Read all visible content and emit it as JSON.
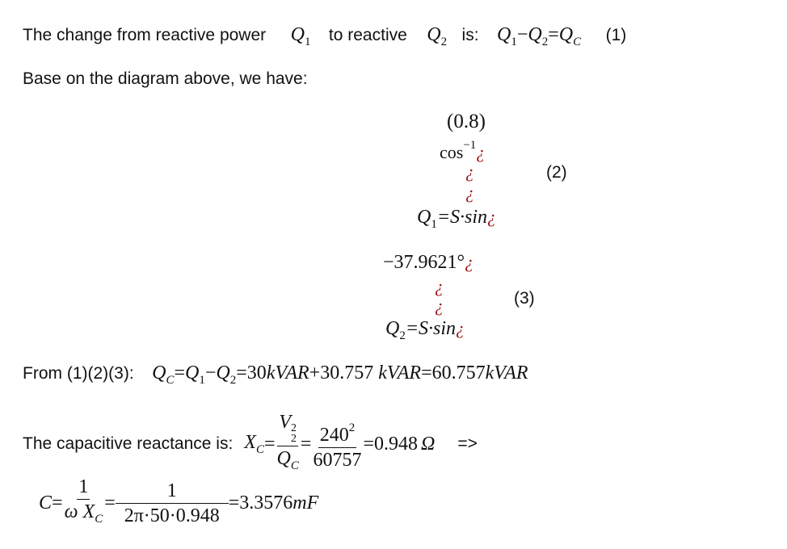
{
  "line1": {
    "text_a": "The change from reactive power",
    "q1": "Q",
    "q1_sub": "1",
    "text_b": "to reactive",
    "q2": "Q",
    "q2_sub": "2",
    "text_c": "is:",
    "eq_q1": "Q",
    "eq_q1_sub": "1",
    "eq_minus": "−",
    "eq_q2": "Q",
    "eq_q2_sub": "2",
    "eq_equals": "=",
    "eq_qc": "Q",
    "eq_qc_sub": "C",
    "ref": "(1)"
  },
  "line2": {
    "text": "Base on the diagram above, we have:"
  },
  "eq2": {
    "paren_value": "(0.8)",
    "cos": "cos",
    "cos_sup": "−1",
    "garbled": "¿",
    "lhs": "Q",
    "lhs_sub": "1",
    "rhs": "=S·sin",
    "ref": "(2)"
  },
  "eq3": {
    "angle": "−37.9621°",
    "garbled": "¿",
    "lhs": "Q",
    "lhs_sub": "2",
    "rhs": "=S·sin",
    "ref": "(3)"
  },
  "from_line": {
    "label": "From (1)(2)(3):",
    "qc": "Q",
    "qc_sub": "C",
    "eq1": "=",
    "q1": "Q",
    "q1_sub": "1",
    "minus": "−",
    "q2": "Q",
    "q2_sub": "2",
    "rest_num1": "=30",
    "unit1": "kVAR",
    "plus": "+30.757",
    "unit2": "kVAR",
    "equals_num": "=60.757",
    "unit3": "kVAR"
  },
  "reactance": {
    "label": "The capacitive reactance is:",
    "x": "X",
    "x_sub": "C",
    "eq": "=",
    "num_v": "V",
    "num_v_sup": "2",
    "num_v_sub": "2",
    "den_q": "Q",
    "den_q_sub": "C",
    "eq2": "=",
    "num_240": "240",
    "num_240_sup": "2",
    "den_60757": "60757",
    "result": "=0.948",
    "omega": "Ω",
    "arrow": "=>"
  },
  "capacitance": {
    "c": "C",
    "eq": "=",
    "num1": "1",
    "den1_omega": "ω",
    "den1_x": "X",
    "den1_x_sub": "C",
    "eq2": "=",
    "num2": "1",
    "den2": "2π·50·0.948",
    "result": "=3.3576",
    "unit": "mF"
  }
}
